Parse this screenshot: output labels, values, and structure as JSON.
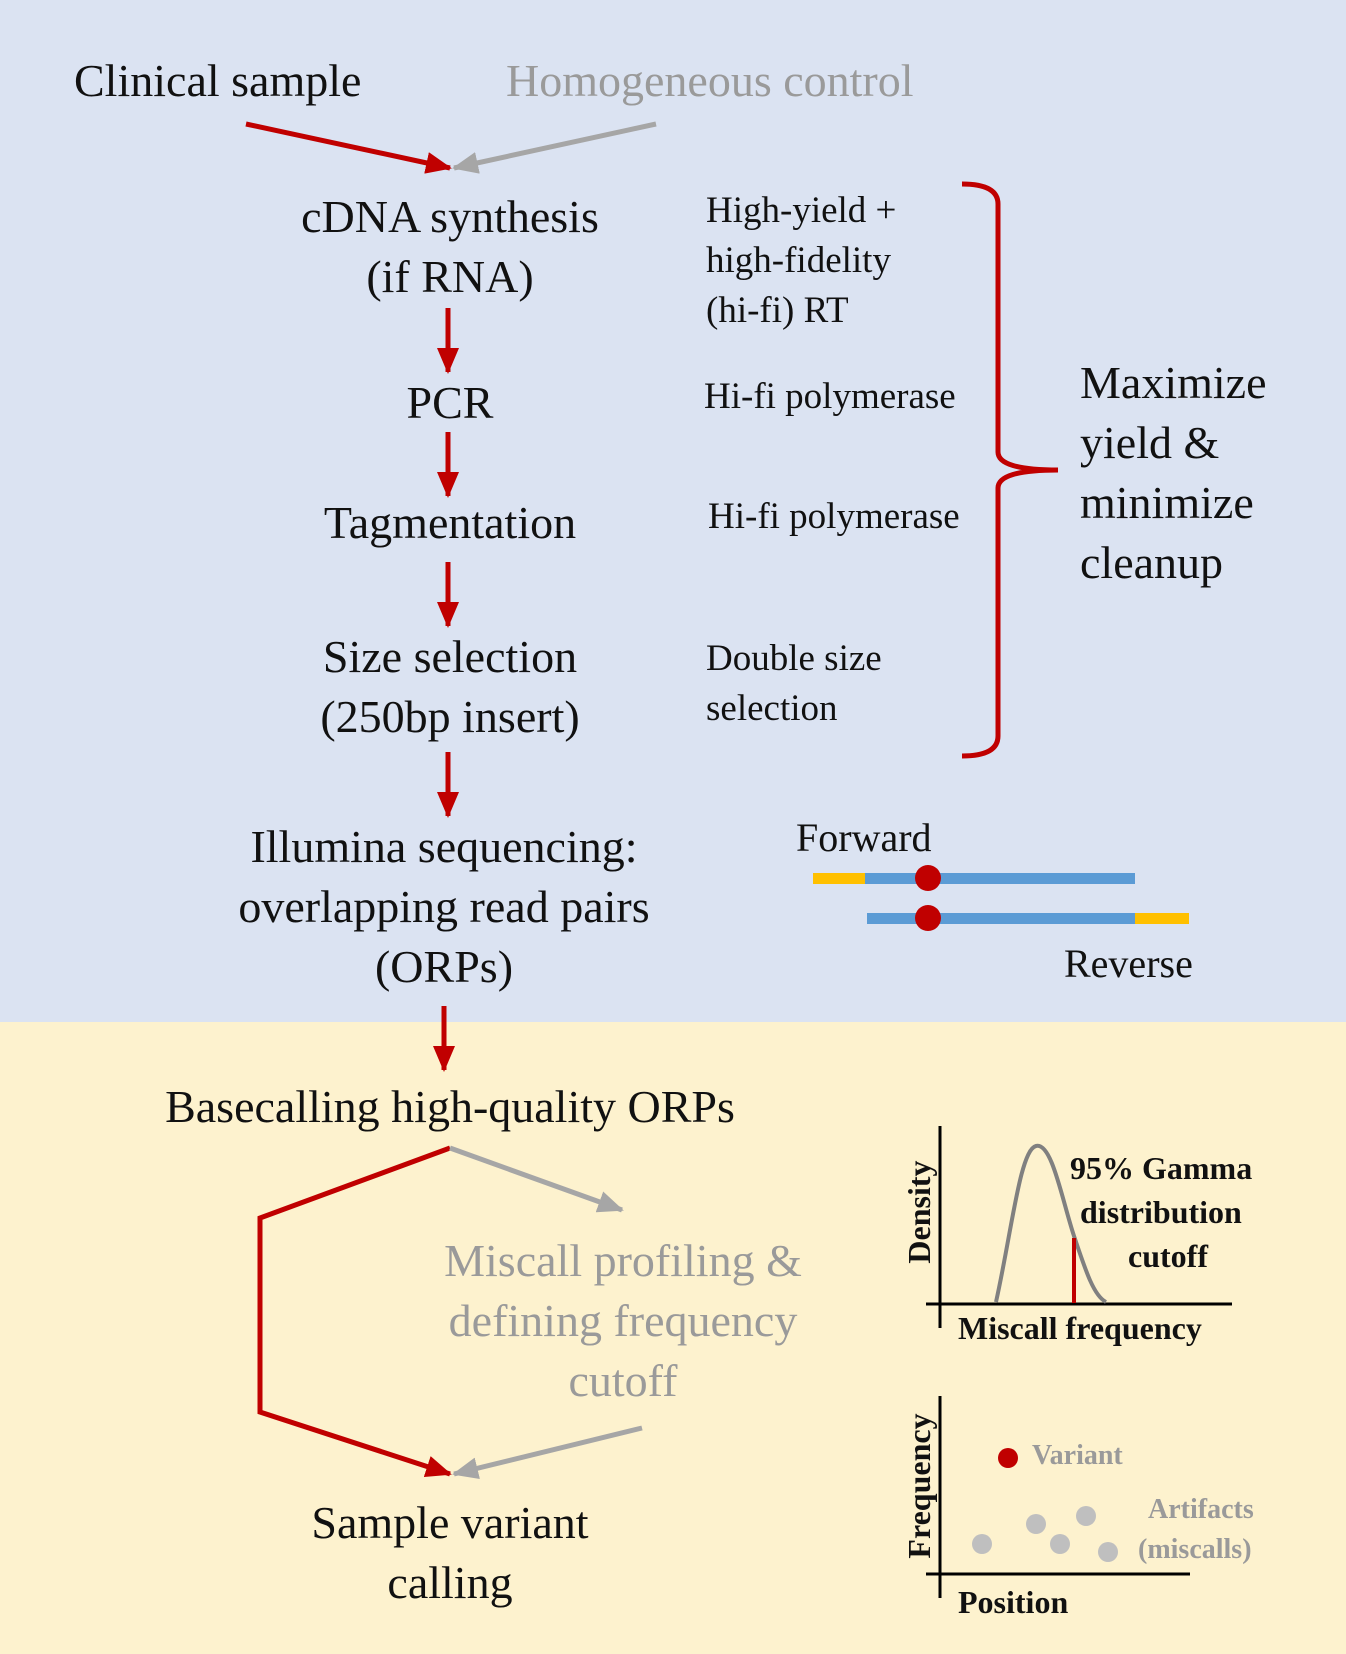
{
  "diagram": {
    "inputs": {
      "clinical_sample": "Clinical sample",
      "homogeneous_control": "Homogeneous control"
    },
    "steps": {
      "cdna_line1": "cDNA synthesis",
      "cdna_line2": "(if RNA)",
      "pcr": "PCR",
      "tagmentation": "Tagmentation",
      "size_line1": "Size selection",
      "size_line2": "(250bp insert)",
      "illumina_line1": "Illumina sequencing:",
      "illumina_line2": "overlapping read pairs",
      "illumina_line3": "(ORPs)",
      "basecalling": "Basecalling high-quality ORPs",
      "miscall_line1": "Miscall profiling &",
      "miscall_line2": "defining frequency",
      "miscall_line3": "cutoff",
      "variant_line1": "Sample variant",
      "variant_line2": "calling"
    },
    "notes": {
      "cdna_line1": "High-yield +",
      "cdna_line2": "high-fidelity",
      "cdna_line3": "(hi-fi) RT",
      "pcr": "Hi-fi polymerase",
      "tagmentation": "Hi-fi polymerase",
      "size_line1": "Double size",
      "size_line2": "selection"
    },
    "bracket_label": {
      "line1": "Maximize",
      "line2": "yield &",
      "line3": "minimize",
      "line4": "cleanup"
    },
    "reads": {
      "forward": "Forward",
      "reverse": "Reverse"
    },
    "gamma_plot": {
      "ylabel": "Density",
      "xlabel": "Miscall frequency",
      "label_line1": "95% Gamma",
      "label_line2": "distribution",
      "label_line3": "cutoff"
    },
    "scatter_plot": {
      "ylabel": "Frequency",
      "xlabel": "Position",
      "variant": "Variant",
      "artifacts_line1": "Artifacts",
      "artifacts_line2": "(miscalls)"
    },
    "colors": {
      "top_background": "#dbe3f2",
      "bottom_background": "#fdf2ce",
      "red": "#c00000",
      "gray": "#a6a6a6",
      "read_blue": "#5b9bd5",
      "adapter_yellow": "#ffc000"
    }
  }
}
